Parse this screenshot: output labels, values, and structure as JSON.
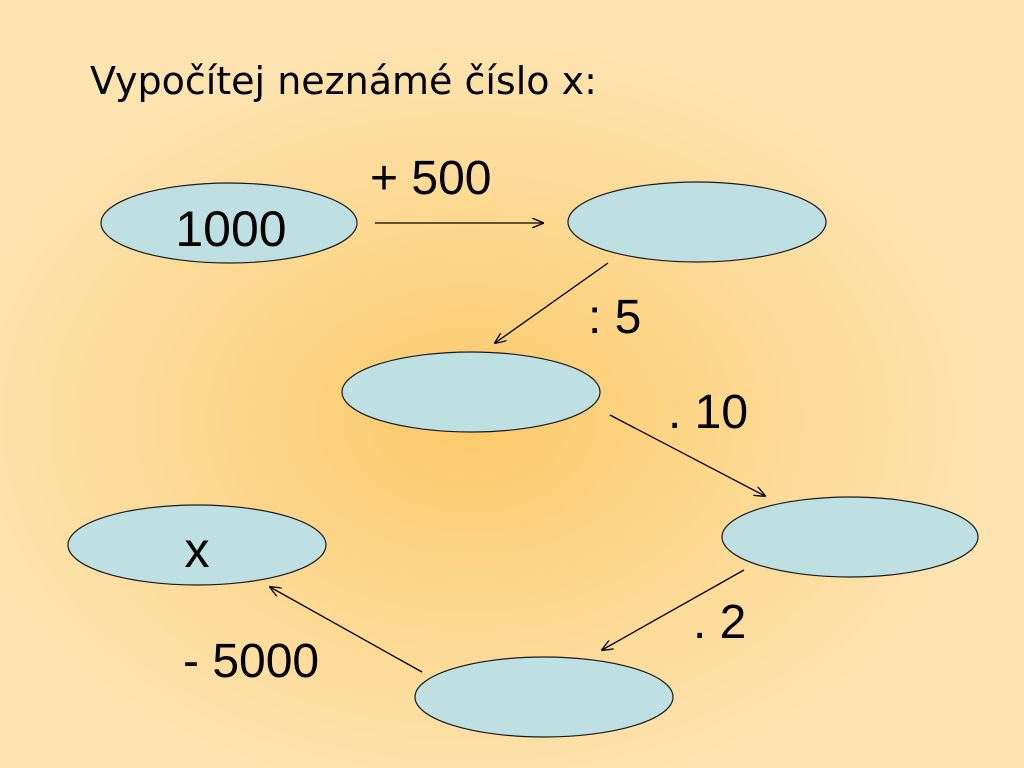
{
  "title": "Vypočítej neznámé číslo x:",
  "colors": {
    "node_fill": "#bfe0e3",
    "node_stroke": "#1a1a1a",
    "background": "#fde3b0",
    "background_center": "#fcc96a"
  },
  "nodes": [
    {
      "id": "start",
      "value": "1000"
    },
    {
      "id": "step1",
      "value": ""
    },
    {
      "id": "step2",
      "value": ""
    },
    {
      "id": "step3",
      "value": ""
    },
    {
      "id": "step4",
      "value": ""
    },
    {
      "id": "result",
      "value": "x"
    }
  ],
  "operations": [
    {
      "from": "start",
      "to": "step1",
      "label": "+ 500"
    },
    {
      "from": "step1",
      "to": "step2",
      "label": ": 5"
    },
    {
      "from": "step2",
      "to": "step3",
      "label": ". 10"
    },
    {
      "from": "step3",
      "to": "step4",
      "label": ". 2"
    },
    {
      "from": "step4",
      "to": "result",
      "label": "- 5000"
    }
  ]
}
